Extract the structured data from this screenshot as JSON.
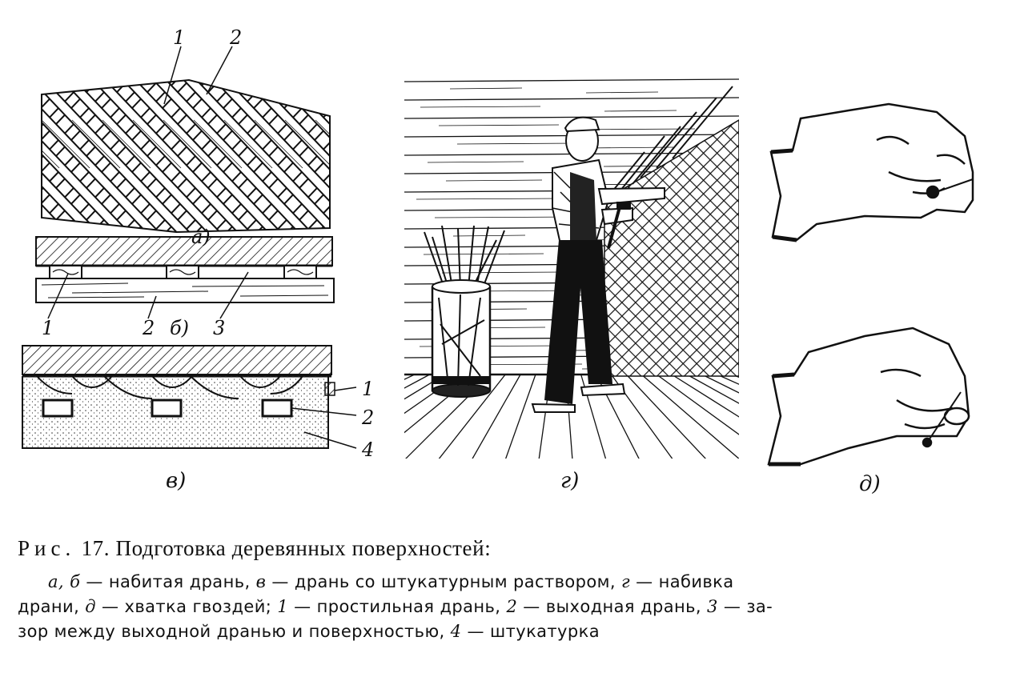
{
  "figure": {
    "panel_a": {
      "letter": "а)",
      "callouts": [
        "1",
        "2"
      ]
    },
    "panel_b": {
      "letter": "б)",
      "callouts": [
        "1",
        "2",
        "3"
      ]
    },
    "panel_v": {
      "letter": "в)",
      "callouts": [
        "1",
        "2",
        "4"
      ]
    },
    "panel_g": {
      "letter": "г)"
    },
    "panel_d": {
      "letter": "д)"
    }
  },
  "caption": {
    "prefix": "Рис.",
    "number": "17.",
    "title": "Подготовка деревянных поверхностей:",
    "line1": [
      {
        "t": "а, б",
        "i": true
      },
      {
        "t": " — набитая дрань, ",
        "i": false
      },
      {
        "t": "в",
        "i": true
      },
      {
        "t": " — дрань со штукатурным раствором, ",
        "i": false
      },
      {
        "t": "г",
        "i": true
      },
      {
        "t": " — набивка",
        "i": false
      }
    ],
    "line2": [
      {
        "t": "драни, ",
        "i": false
      },
      {
        "t": "д",
        "i": true
      },
      {
        "t": " — хватка гвоздей; ",
        "i": false
      },
      {
        "t": "1",
        "i": true
      },
      {
        "t": " — простильная дрань, ",
        "i": false
      },
      {
        "t": "2",
        "i": true
      },
      {
        "t": " — выходная дрань, ",
        "i": false
      },
      {
        "t": "3",
        "i": true
      },
      {
        "t": " — за-",
        "i": false
      }
    ],
    "line3": [
      {
        "t": "зор между выходной дранью и поверхностью, ",
        "i": false
      },
      {
        "t": "4",
        "i": true
      },
      {
        "t": " — штукатурка",
        "i": false
      }
    ]
  }
}
